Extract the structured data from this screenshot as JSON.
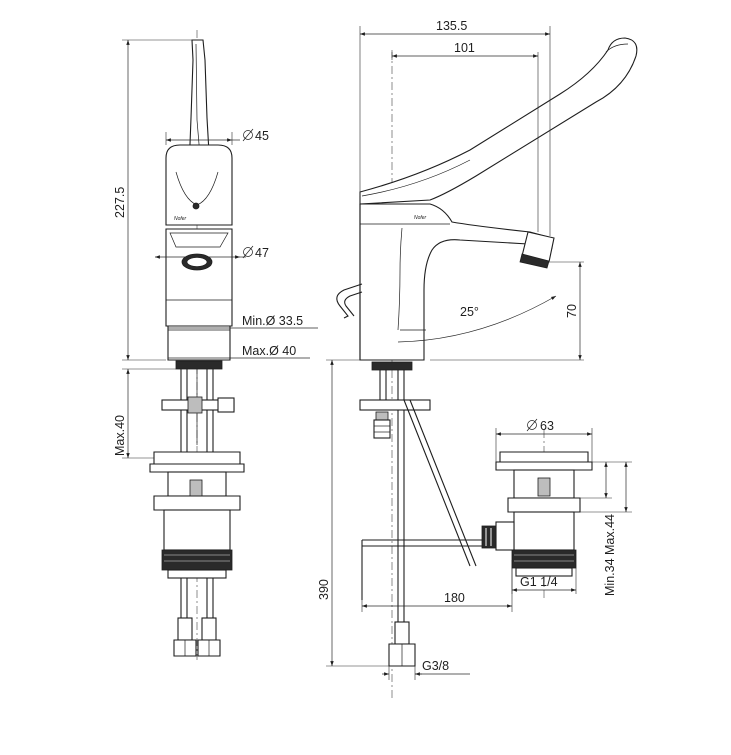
{
  "dimensions": {
    "total_height": "227.5",
    "lever_diameter": "45",
    "body_diameter": "47",
    "min_base_diameter": "Min.Ø 33.5",
    "max_hole_diameter": "Max.Ø 40",
    "max_deck_thickness": "Max.40",
    "overall_length": "135.5",
    "spout_reach": "101",
    "spout_height": "70",
    "swivel_angle": "25°",
    "waste_flange_diameter": "63",
    "waste_min_max": "Min.34  Max.44",
    "hose_length": "390",
    "pull_rod_length": "180",
    "waste_thread": "G1 1/4",
    "supply_thread": "G3/8"
  },
  "brand_mark": "Nofer"
}
